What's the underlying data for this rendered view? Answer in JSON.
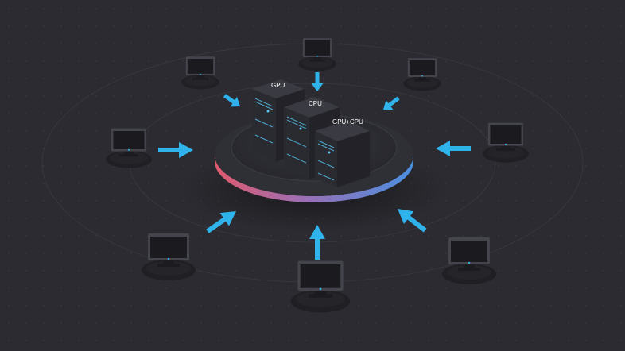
{
  "servers": [
    {
      "id": "gpu",
      "label": "GPU"
    },
    {
      "id": "cpu",
      "label": "CPU"
    },
    {
      "id": "gpu-cpu",
      "label": "GPU+CPU"
    }
  ],
  "clients": [
    "top",
    "top-right",
    "right",
    "bottom-right",
    "bottom",
    "bottom-left",
    "left",
    "top-left"
  ],
  "colors": {
    "background": "#2b2b31",
    "arrow": "#2fb3ea",
    "platform_edge_left": "#e05a6e",
    "platform_edge_right": "#4a8fe0",
    "server_body": "#2a2a31",
    "server_led": "#56c7f2"
  }
}
